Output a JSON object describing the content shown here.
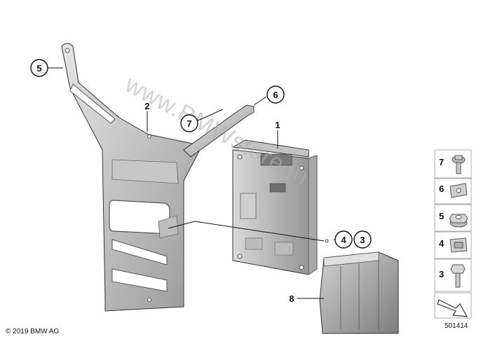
{
  "diagram": {
    "callouts": [
      {
        "id": "c5",
        "label": "5"
      },
      {
        "id": "c2",
        "label": "2"
      },
      {
        "id": "c7",
        "label": "7"
      },
      {
        "id": "c6",
        "label": "6"
      },
      {
        "id": "c1",
        "label": "1"
      },
      {
        "id": "c4",
        "label": "4"
      },
      {
        "id": "c3",
        "label": "3"
      },
      {
        "id": "c8",
        "label": "8"
      }
    ],
    "watermark": "www.BMWstore.in",
    "legend": [
      {
        "label": "7",
        "icon": "bolt-with-washer-icon"
      },
      {
        "label": "6",
        "icon": "spring-clip-nut-icon"
      },
      {
        "label": "5",
        "icon": "hex-flange-nut-icon"
      },
      {
        "label": "4",
        "icon": "clip-nut-icon"
      },
      {
        "label": "3",
        "icon": "hex-bolt-icon"
      }
    ],
    "legend_footer_icon": "arrow-indicator-icon",
    "diagram_id": "501414",
    "copyright": "© 2019 BMW AG"
  }
}
